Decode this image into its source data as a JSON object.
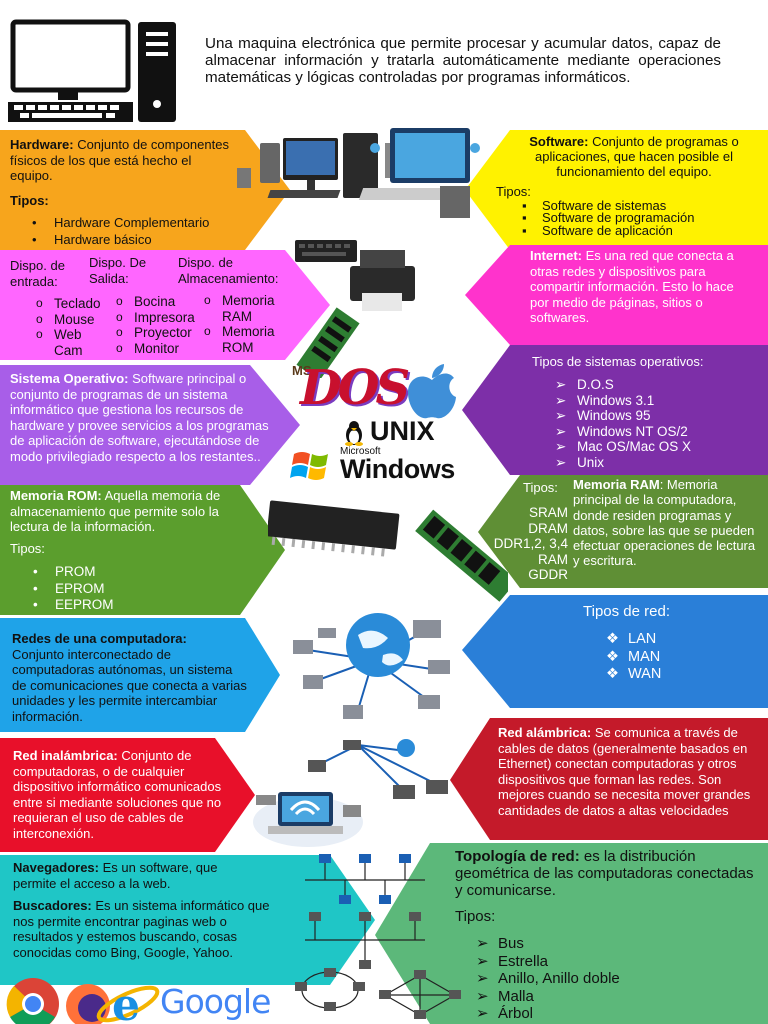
{
  "intro": "Una maquina electrónica que permite procesar y acumular datos, capaz de almacenar información y tratarla automáticamente mediante operaciones matemáticas y lógicas controladas por programas informáticos.",
  "hardware": {
    "title": "Hardware:",
    "text": " Conjunto de componentes físicos de los que está hecho el equipo.",
    "tipos_label": "Tipos:",
    "tipos": [
      "Hardware Complementario",
      "Hardware básico"
    ]
  },
  "software": {
    "title": "Software:",
    "text": " Conjunto de programas o aplicaciones, que hacen posible el funcionamiento del equipo.",
    "tipos_label": "Tipos:",
    "tipos": [
      "Software de sistemas",
      "Software de programación",
      "Software de aplicación"
    ]
  },
  "dispositivos": {
    "entrada_title": "Dispo. de entrada:",
    "salida_title": "Dispo. De Salida:",
    "almacenamiento_title": "Dispo. de Almacenamiento:",
    "entrada": [
      "Teclado",
      "Mouse",
      "Web Cam"
    ],
    "salida": [
      "Bocina",
      "Impresora",
      "Proyector",
      "Monitor"
    ],
    "almacenamiento": [
      "Memoria RAM",
      "Memoria ROM"
    ]
  },
  "internet": {
    "title": "Internet:",
    "text": " Es una red que conecta a otras redes y dispositivos para compartir información. Esto lo hace por medio de páginas, sitios o softwares."
  },
  "sistema_operativo": {
    "title": "Sistema Operativo:",
    "text": " Software principal o conjunto de programas de un sistema informático que gestiona los recursos de hardware y provee servicios a los programas de aplicación de software, ejecutándose de modo privilegiado respecto a los restantes.."
  },
  "tipos_so": {
    "title": "Tipos de sistemas operativos:",
    "items": [
      "D.O.S",
      "Windows 3.1",
      "Windows 95",
      "Windows NT OS/2",
      "Mac OS/Mac OS X",
      "Unix"
    ]
  },
  "logos": {
    "ms": "MS",
    "dos": "DOS",
    "unix": "UNIX",
    "microsoft": "Microsoft",
    "windows": "Windows"
  },
  "rom": {
    "title": "Memoria ROM:",
    "text": " Aquella memoria de almacenamiento que permite solo la lectura de la información.",
    "tipos_label": "Tipos:",
    "tipos": [
      "PROM",
      "EPROM",
      "EEPROM"
    ]
  },
  "ram": {
    "tipos_label": "Tipos:",
    "tipos": [
      "SRAM",
      "DRAM",
      "DDR1,2, 3,4 RAM",
      "GDDR"
    ],
    "title": "Memoria RAM",
    "text": ": Memoria principal de la computadora, donde residen programas y datos, sobre las que se pueden efectuar operaciones de lectura y escritura."
  },
  "redes": {
    "title": "Redes de una computadora:",
    "text": "Conjunto interconectado de computadoras autónomas, un sistema de comunicaciones que conecta a varias unidades y les permite intercambiar información."
  },
  "tipos_red": {
    "title": "Tipos de red:",
    "items": [
      "LAN",
      "MAN",
      "WAN"
    ]
  },
  "inalambrica": {
    "title": "Red inalámbrica:",
    "text": " Conjunto de computadoras, o de cualquier dispositivo informático comunicados entre si mediante soluciones que no requieran el uso de cables de interconexión."
  },
  "alambrica": {
    "title": "Red alámbrica:",
    "text": " Se comunica a través de cables de datos (generalmente basados en Ethernet) conectan computadoras y otros dispositivos que forman las redes. Son mejores cuando se necesita mover grandes cantidades de datos a altas velocidades"
  },
  "navegadores": {
    "title": "Navegadores:",
    "text": " Es un software, que permite el acceso a la web.",
    "buscadores_title": "Buscadores:",
    "buscadores_text": " Es un sistema informático que nos permite encontrar paginas web o resultados y estemos buscando, cosas conocidas como Bing, Google, Yahoo."
  },
  "topologia": {
    "title": "Topología de red:",
    "text": " es la distribución geométrica de las computadoras conectadas y comunicarse.",
    "tipos_label": "Tipos:",
    "tipos": [
      "Bus",
      "Estrella",
      "Anillo, Anillo doble",
      "Malla",
      "Árbol"
    ]
  },
  "google": "Google",
  "colors": {
    "hardware": "#f7a51c",
    "software": "#fff200",
    "dispositivos": "#ff66ff",
    "internet": "#ff33cc",
    "so": "#a85ee8",
    "tipos_so": "#7d2fa8",
    "rom": "#5b9e2d",
    "ram": "#5f8f35",
    "redes": "#1fa3e8",
    "tipos_red": "#2a7fd8",
    "inalambrica": "#e8102a",
    "alambrica": "#c41a2a",
    "navegadores": "#1fc6c6",
    "topologia": "#5cb87a"
  }
}
